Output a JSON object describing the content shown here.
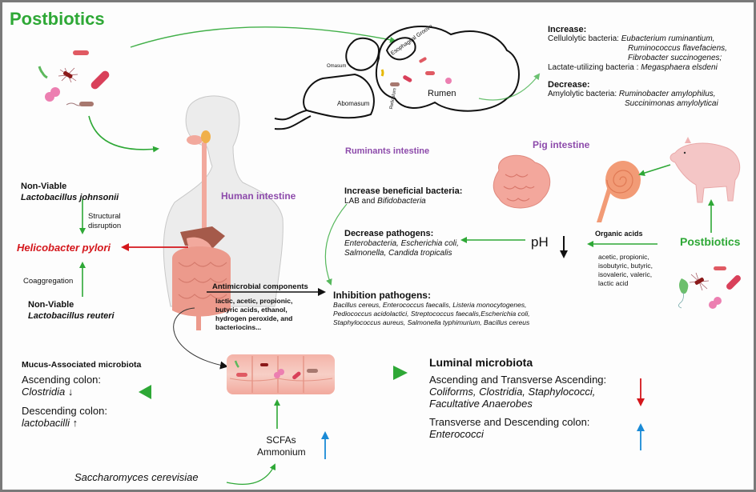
{
  "title": "Postbiotics",
  "colors": {
    "green": "#2ea836",
    "purple": "#8d4bab",
    "red": "#d4161b",
    "blue": "#1a8ad6",
    "black": "#111111"
  },
  "rumen": {
    "labels": {
      "omasum": "Omasum",
      "esophageal_groove": "Esophageal Groove",
      "reticulum": "Reticulum",
      "abomasum": "Abomasum",
      "rumen": "Rumen"
    },
    "increase_heading": "Increase:",
    "cellulolytic_label": "Cellulolytic bacteria:",
    "cellulolytic_species": [
      "Eubacterium ruminantium,",
      "Ruminococcus flavefaciens,",
      "Fibrobacter succinogenes;"
    ],
    "lactate_label": "Lactate-utilizing bacteria :",
    "lactate_species": "Megasphaera elsdeni",
    "decrease_heading": "Decrease:",
    "amylolytic_label": "Amylolytic bacteria:",
    "amylolytic_species": [
      "Ruminobacter amylophilus,",
      "Succinimonas amylolyticai"
    ]
  },
  "human": {
    "section_label": "Human intestine",
    "johnsonii": {
      "line1": "Non-Viable",
      "line2": "Lactobacillus johnsonii"
    },
    "structural": {
      "line1": "Structural",
      "line2": "disruption"
    },
    "pylori": "Helicobacter pylori",
    "coaggregation": "Coaggregation",
    "reuteri": {
      "line1": "Non-Viable",
      "line2": "Lactobacillus reuteri"
    },
    "antimicrobial_heading": "Antimicrobial components",
    "antimicrobial_list": [
      "lactic, acetic, propionic,",
      "butyric acids, ethanol,",
      "hydrogen peroxide, and",
      "bacteriocins..."
    ]
  },
  "ruminants_intestine": {
    "section_label": "Ruminants intestine",
    "increase_heading": "Increase beneficial bacteria:",
    "increase_text_plain": "LAB and ",
    "increase_text_italic": "Bifidobacteria",
    "decrease_heading": "Decrease pathogens:",
    "decrease_lines": [
      "Enterobacteria, Escherichia coli,",
      "Salmonella, Candida tropicalis"
    ]
  },
  "inhibition": {
    "heading": "Inhibition pathogens:",
    "lines": [
      "Bacillus cereus, Enterococcus faecalis, Listeria monocytogenes,",
      "Pediococcus acidolactici, Streptococcus faecalis,Escherichia coli,",
      "Staphylococcus aureus, Salmonella typhimurium, Bacillus cereus"
    ]
  },
  "pig": {
    "section_label": "Pig intestine",
    "ph_label": "pH",
    "ph_direction": "↓",
    "organic_heading": "Organic acids",
    "organic_lines": [
      "acetic, propionic,",
      "isobutyric,  butyric,",
      "isovaleric,  valeric,",
      "lactic acid"
    ],
    "postbiotics_label": "Postbiotics"
  },
  "mucus": {
    "heading": "Mucus-Associated microbiota",
    "asc_label": "Ascending colon:",
    "asc_taxon": "Clostridia",
    "asc_dir": "↓",
    "desc_label": "Descending colon:",
    "desc_taxon": "lactobacilli",
    "desc_dir": "↑"
  },
  "scfa": {
    "line1": "SCFAs",
    "line2": "Ammonium"
  },
  "saccharomyces": "Saccharomyces cerevisiae",
  "luminal": {
    "heading": "Luminal microbiota",
    "group1_label": "Ascending and Transverse Ascending:",
    "group1_taxa": [
      "Coliforms, Clostridia, Staphylococci,",
      "Facultative Anaerobes"
    ],
    "group1_dir": "down",
    "group2_label": "Transverse and Descending colon:",
    "group2_taxa": "Enterococci",
    "group2_dir": "up"
  }
}
